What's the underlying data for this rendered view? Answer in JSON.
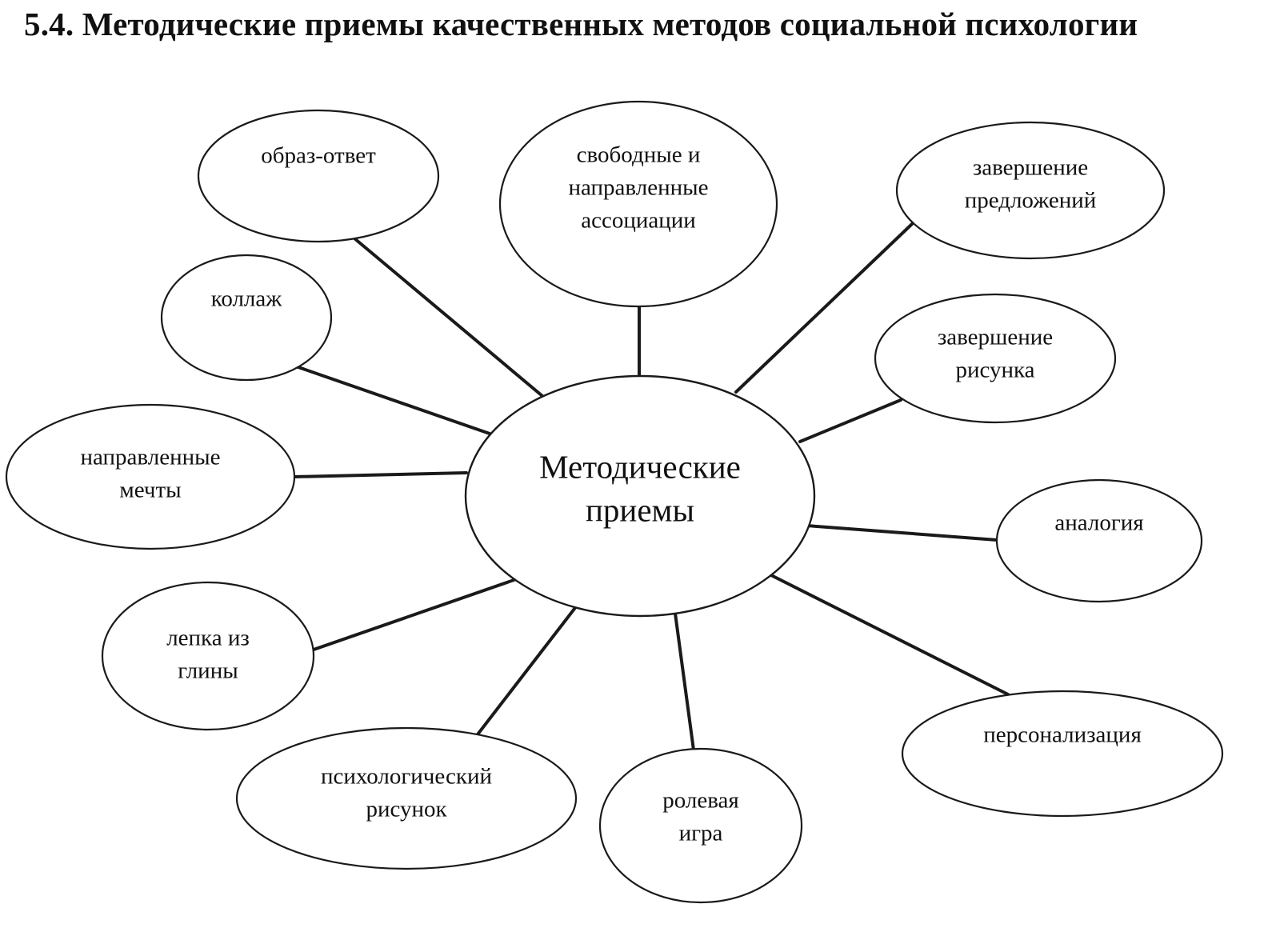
{
  "title": "5.4. Методические приемы качественных методов социальной психологии",
  "diagram": {
    "center": {
      "lines": [
        "Методические",
        "приемы"
      ]
    },
    "nodes": [
      {
        "id": "obraz-otvet",
        "lines": [
          "образ-ответ"
        ]
      },
      {
        "id": "associations",
        "lines": [
          "свободные и",
          "направленные",
          "ассоциации"
        ]
      },
      {
        "id": "sentence-completion",
        "lines": [
          "завершение",
          "предложений"
        ]
      },
      {
        "id": "collage",
        "lines": [
          "коллаж"
        ]
      },
      {
        "id": "drawing-completion",
        "lines": [
          "завершение",
          "рисунка"
        ]
      },
      {
        "id": "guided-dreams",
        "lines": [
          "направленные",
          "мечты"
        ]
      },
      {
        "id": "analogy",
        "lines": [
          "аналогия"
        ]
      },
      {
        "id": "clay-modeling",
        "lines": [
          "лепка из",
          "глины"
        ]
      },
      {
        "id": "personalization",
        "lines": [
          "персонализация"
        ]
      },
      {
        "id": "psych-drawing",
        "lines": [
          "психологический",
          "рисунок"
        ]
      },
      {
        "id": "role-play",
        "lines": [
          "ролевая",
          "игра"
        ]
      }
    ]
  }
}
